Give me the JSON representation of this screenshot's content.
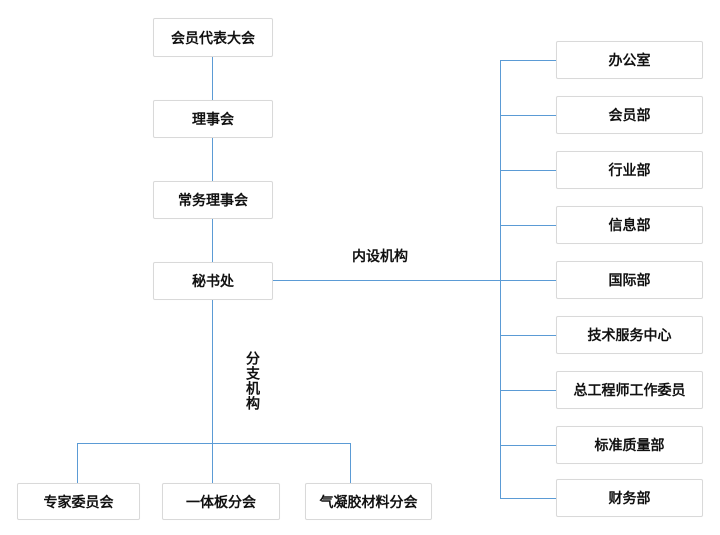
{
  "colors": {
    "line": "#5b9bd5",
    "box_border": "#d9d9d9",
    "box_background": "#ffffff",
    "text": "#111111",
    "page_background": "#ffffff"
  },
  "governance_chain": {
    "items": [
      {
        "label": "会员代表大会"
      },
      {
        "label": "理事会"
      },
      {
        "label": "常务理事会"
      },
      {
        "label": "秘书处"
      }
    ]
  },
  "internal_org": {
    "section_label": "内设机构",
    "departments": [
      {
        "label": "办公室"
      },
      {
        "label": "会员部"
      },
      {
        "label": "行业部"
      },
      {
        "label": "信息部"
      },
      {
        "label": "国际部"
      },
      {
        "label": "技术服务中心"
      },
      {
        "label": "总工程师工作委员"
      },
      {
        "label": "标准质量部"
      },
      {
        "label": "财务部"
      }
    ]
  },
  "branch_org": {
    "section_label": "分支机构",
    "branches": [
      {
        "label": "专家委员会"
      },
      {
        "label": "一体板分会"
      },
      {
        "label": "气凝胶材料分会"
      }
    ]
  }
}
